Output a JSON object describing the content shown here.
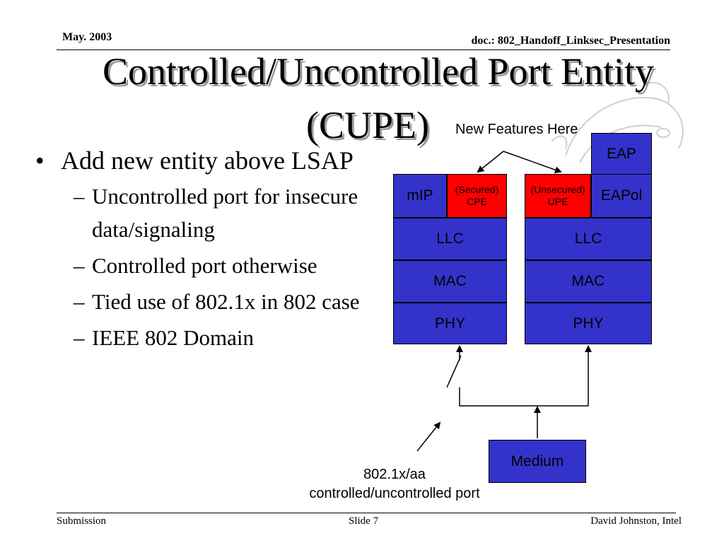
{
  "header": {
    "date": "May. 2003",
    "doc": "doc.: 802_Handoff_Linksec_Presentation"
  },
  "title": {
    "line1": "Controlled/Uncontrolled Port Entity",
    "line2": "(CUPE)"
  },
  "bullets": {
    "main": "Add new entity above LSAP",
    "subs": [
      "Uncontrolled port for insecure data/signaling",
      "Controlled port otherwise",
      "Tied use of 802.1x in 802 case",
      "IEEE 802 Domain"
    ]
  },
  "diagram": {
    "new_features_label": "New Features Here",
    "left_stack": {
      "mip": "mIP",
      "cpe_line1": "(Secured)",
      "cpe_line2": "CPE",
      "llc": "LLC",
      "mac": "MAC",
      "phy": "PHY"
    },
    "right_stack": {
      "upe_line1": "(Unsecured)",
      "upe_line2": "UPE",
      "eap": "EAP",
      "eapol": "EAPol",
      "llc": "LLC",
      "mac": "MAC",
      "phy": "PHY"
    },
    "medium": "Medium",
    "port_label_line1": "802.1x/aa",
    "port_label_line2": "controlled/uncontrolled port"
  },
  "footer": {
    "left": "Submission",
    "center": "Slide 7",
    "right": "David Johnston, Intel"
  },
  "colors": {
    "layer_fill": "#3333cc",
    "new_entity_fill": "#ff0000"
  }
}
